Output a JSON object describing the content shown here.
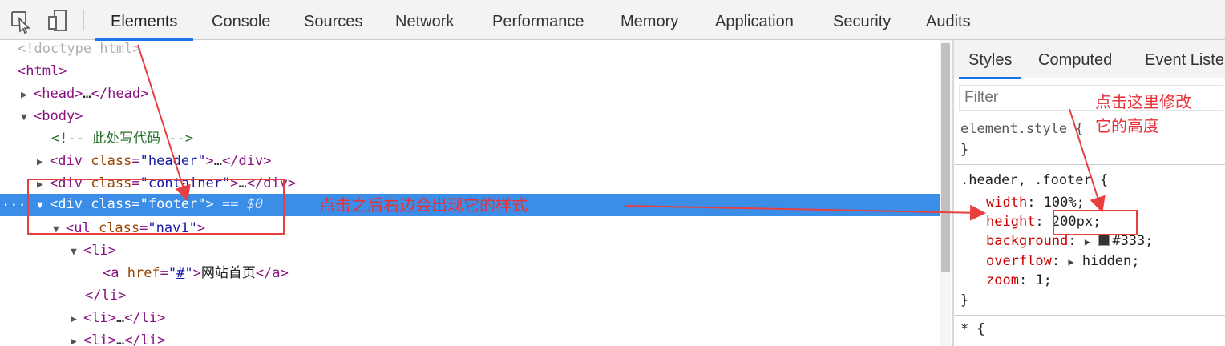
{
  "tabs": [
    "Elements",
    "Console",
    "Sources",
    "Network",
    "Performance",
    "Memory",
    "Application",
    "Security",
    "Audits"
  ],
  "tools": {
    "inspect_icon": "inspect-pointer-icon",
    "device_icon": "device-toolbar-icon"
  },
  "dom": {
    "doctype": "<!doctype html>",
    "html_open": "<html>",
    "head_open": "<head>",
    "ellipsis": "…",
    "head_close": "</head>",
    "body_open": "<body>",
    "comment": "<!-- 此处写代码 -->",
    "div_open": "<div ",
    "class_attr": "class",
    "eq": "=",
    "q": "\"",
    "gt": ">",
    "div_close": "</div>",
    "header_val": "header",
    "container_val": "container",
    "footer_val": "footer",
    "selected_marker": "== $0",
    "ul_open": "<ul ",
    "nav_val": "nav1",
    "li_open": "<li>",
    "li_close": "</li>",
    "a_open": "<a ",
    "href_attr": "href",
    "href_val": "#",
    "link_text": "网站首页",
    "a_close": "</a>",
    "row_dots": "..."
  },
  "sidebar": {
    "tabs": [
      "Styles",
      "Computed",
      "Event Liste"
    ],
    "filter_placeholder": "Filter",
    "element_style": "element.style {",
    "rule_selector": ".header, .footer {",
    "close_brace": "}",
    "props": [
      {
        "name": "width",
        "value": "100%;"
      },
      {
        "name": "height",
        "value": "200px;"
      },
      {
        "name": "background",
        "value": "#333;"
      },
      {
        "name": "overflow",
        "value": "hidden;"
      },
      {
        "name": "zoom",
        "value": "1;"
      }
    ],
    "universal_selector": "* {",
    "colors": {
      "background_swatch": "#333333"
    }
  },
  "annotations": {
    "note_middle": "点击之后右边会出现它的样式",
    "note_right_line1": "点击这里修改",
    "note_right_line2": "它的高度"
  },
  "colors": {
    "accent": "#1a73e8",
    "selection": "#3b8ee8",
    "annotation": "#e8303a"
  }
}
